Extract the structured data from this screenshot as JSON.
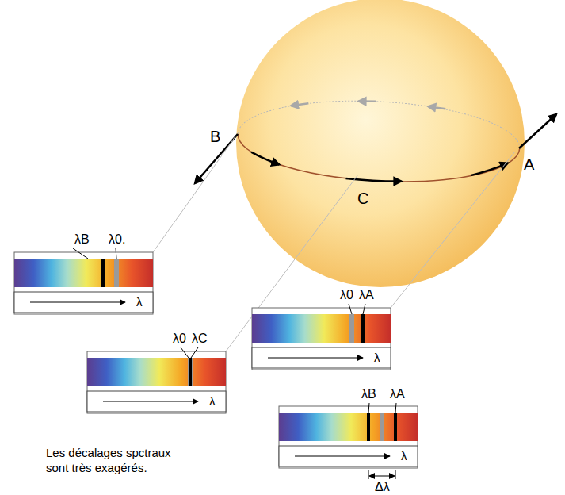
{
  "diagram": {
    "labels": [
      "B",
      "A",
      "C",
      "λB",
      "λ0.",
      "λ",
      "λ0",
      "λC",
      "λ",
      "λ0",
      "λA",
      "λ",
      "λB",
      "λA",
      "λ",
      "Δλ",
      "Les décalages spctraux sont très exagérés."
    ]
  }
}
